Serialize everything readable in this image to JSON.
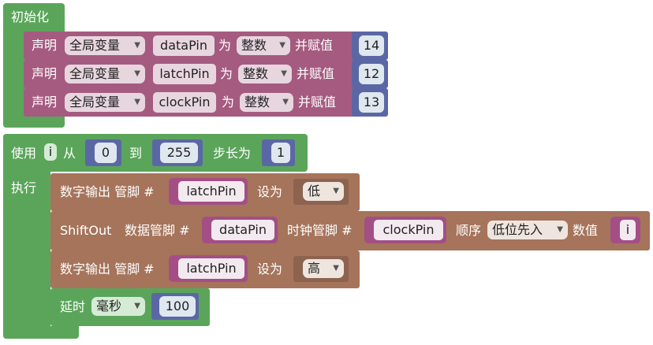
{
  "init_block": {
    "title": "初始化",
    "declarations": [
      {
        "keyword": "声明",
        "scope": "全局变量",
        "name": "dataPin",
        "as": "为",
        "type": "整数",
        "assign": "并赋值",
        "value": "14"
      },
      {
        "keyword": "声明",
        "scope": "全局变量",
        "name": "latchPin",
        "as": "为",
        "type": "整数",
        "assign": "并赋值",
        "value": "12"
      },
      {
        "keyword": "声明",
        "scope": "全局变量",
        "name": "clockPin",
        "as": "为",
        "type": "整数",
        "assign": "并赋值",
        "value": "13"
      }
    ]
  },
  "loop_block": {
    "use": "使用",
    "var": "i",
    "from": "从",
    "from_value": "0",
    "to": "到",
    "to_value": "255",
    "step": "步长为",
    "step_value": "1",
    "do": "执行"
  },
  "statements": {
    "digital_write_1": {
      "label": "数字输出 管脚 #",
      "pin": "latchPin",
      "set": "设为",
      "level": "低"
    },
    "shiftout": {
      "label": "ShiftOut",
      "data_label": "数据管脚 #",
      "data_pin": "dataPin",
      "clock_label": "时钟管脚 #",
      "clock_pin": "clockPin",
      "order_label": "顺序",
      "order": "低位先入",
      "value_label": "数值",
      "value_var": "i"
    },
    "digital_write_2": {
      "label": "数字输出 管脚 #",
      "pin": "latchPin",
      "set": "设为",
      "level": "高"
    },
    "delay": {
      "label": "延时",
      "unit": "毫秒",
      "value": "100"
    }
  },
  "colors": {
    "green": "#5ba55b",
    "pink": "#a55b80",
    "blue": "#5b67a5",
    "brown": "#a5745b",
    "var_purple": "#a34f86"
  },
  "icons": [
    "dropdown-arrow-icon"
  ]
}
